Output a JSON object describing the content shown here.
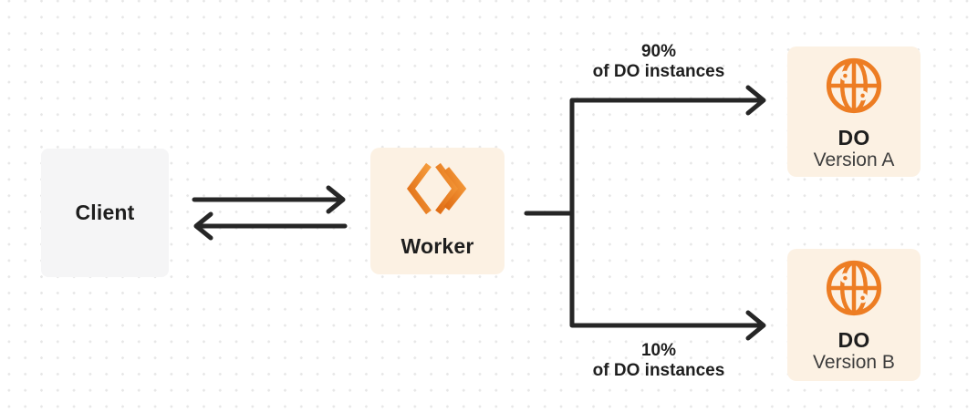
{
  "diagram": {
    "nodes": {
      "client": {
        "label": "Client"
      },
      "worker": {
        "label": "Worker",
        "icon": "workers-chevron-icon"
      },
      "do_version_a": {
        "title": "DO",
        "subtitle": "Version A",
        "icon": "globe-icon"
      },
      "do_version_b": {
        "title": "DO",
        "subtitle": "Version B",
        "icon": "globe-icon"
      }
    },
    "edge_labels": {
      "to_version_a": {
        "percent": "90%",
        "caption": "of DO instances"
      },
      "to_version_b": {
        "percent": "10%",
        "caption": "of DO instances"
      }
    },
    "colors": {
      "accent_orange": "#ED7D23",
      "node_cream": "#FCF1E3",
      "client_gray": "#F5F5F6",
      "line_dark": "#262626",
      "text_dark": "#1E1E1E",
      "text_secondary": "#3D3D3D",
      "dot_grid": "#E7E7E7"
    }
  }
}
